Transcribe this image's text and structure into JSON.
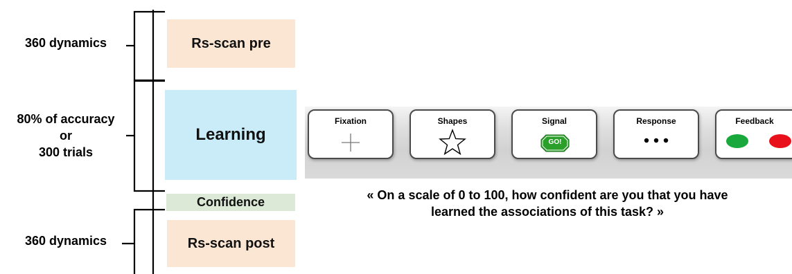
{
  "timeline": {
    "pre_label": "360 dynamics",
    "learning_label_lines": [
      "80% of accuracy",
      "or",
      "300 trials"
    ],
    "post_label": "360 dynamics"
  },
  "blocks": {
    "rs_pre": "Rs-scan pre",
    "learning": "Learning",
    "confidence": "Confidence",
    "rs_post": "Rs-scan post"
  },
  "trial": {
    "steps": [
      {
        "title": "Fixation",
        "icon": "plus-icon"
      },
      {
        "title": "Shapes",
        "icon": "star-icon"
      },
      {
        "title": "Signal",
        "icon": "go-sign-icon",
        "badge": "GO!"
      },
      {
        "title": "Response",
        "icon": "ellipsis-icon"
      },
      {
        "title": "Feedback",
        "icon": "feedback-dots-icon"
      }
    ],
    "feedback_colors": [
      "#19a83b",
      "#e8101a"
    ],
    "go_color": "#2aa02a"
  },
  "confidence_question_lines": [
    "« On a scale of 0 to 100, how confident are you that you have",
    "learned the associations of this task? »"
  ]
}
